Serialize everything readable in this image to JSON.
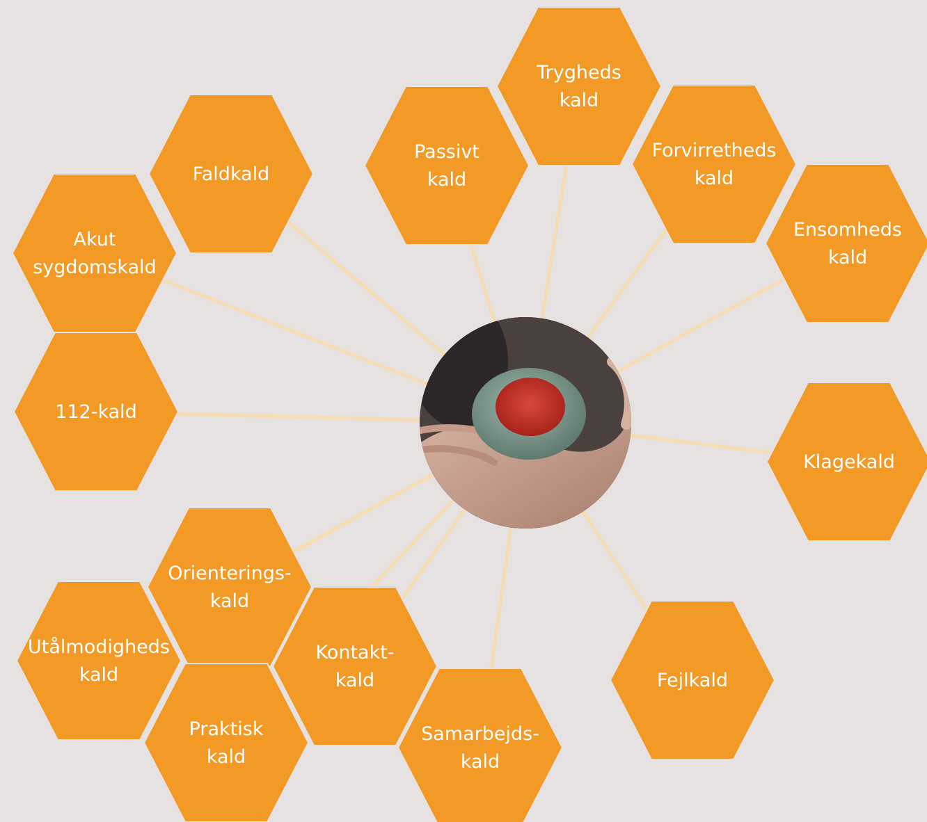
{
  "colors": {
    "background": "#e6e2e1",
    "hexagon_fill": "#f39a26",
    "spoke_line": "#f6dcb3",
    "label_text": "#ffffff"
  },
  "center": {
    "image": "hand-holding-alarm-button-photo"
  },
  "nodes": [
    {
      "id": "trygheds",
      "lines": [
        "Trygheds",
        "kald"
      ]
    },
    {
      "id": "passivt",
      "lines": [
        "Passivt",
        "kald"
      ]
    },
    {
      "id": "forvirretheds",
      "lines": [
        "Forvirretheds",
        "kald"
      ]
    },
    {
      "id": "faldkald",
      "lines": [
        "Faldkald"
      ]
    },
    {
      "id": "ensomheds",
      "lines": [
        "Ensomheds",
        "kald"
      ]
    },
    {
      "id": "akut",
      "lines": [
        "Akut",
        "sygdomskald"
      ]
    },
    {
      "id": "112",
      "lines": [
        "112-kald"
      ]
    },
    {
      "id": "klagekald",
      "lines": [
        "Klagekald"
      ]
    },
    {
      "id": "orienterings",
      "lines": [
        "Orienterings-",
        "kald"
      ]
    },
    {
      "id": "kontakt",
      "lines": [
        "Kontakt-",
        "kald"
      ]
    },
    {
      "id": "utaalmodigheds",
      "lines": [
        "Utålmodigheds",
        "kald"
      ]
    },
    {
      "id": "fejlkald",
      "lines": [
        "Fejlkald"
      ]
    },
    {
      "id": "praktisk",
      "lines": [
        "Praktisk",
        "kald"
      ]
    },
    {
      "id": "samarbejds",
      "lines": [
        "Samarbejds-",
        "kald"
      ]
    }
  ]
}
